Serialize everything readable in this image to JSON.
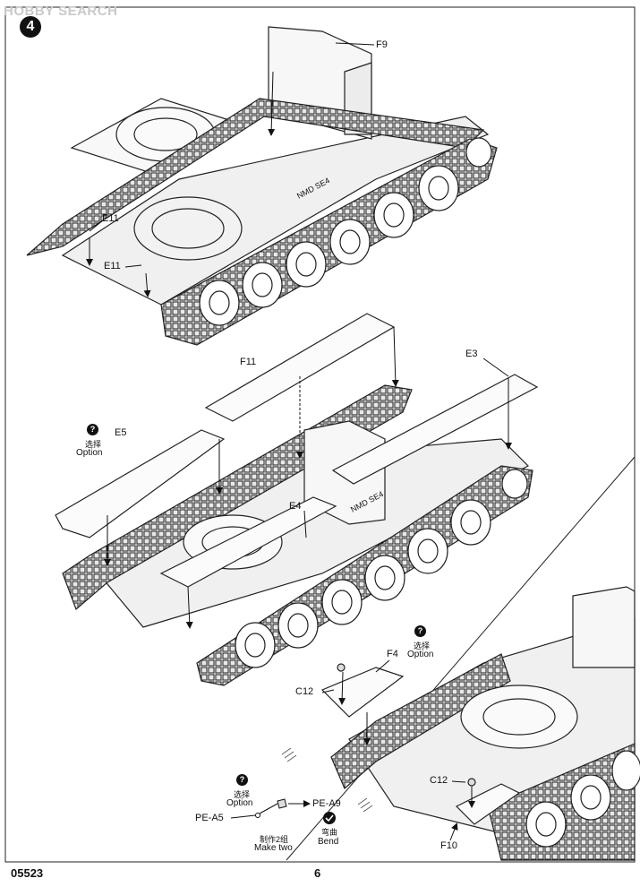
{
  "watermark": "HOBBY SEARCH",
  "step_number": "4",
  "footer": {
    "code": "05523",
    "page": "6"
  },
  "parts": {
    "F9": "F9",
    "E11_a": "E11",
    "E11_b": "E11",
    "F11": "F11",
    "E3": "E3",
    "E5": "E5",
    "E4": "E4",
    "F4": "F4",
    "C12_a": "C12",
    "C12_b": "C12",
    "F10": "F10",
    "PE_A5": "PE-A5",
    "PE_A9": "PE-A9"
  },
  "notes": {
    "option_cn": "选择",
    "option_en": "Option",
    "make_two_cn": "制作2组",
    "make_two_en": "Make two",
    "bend_cn": "弯曲",
    "bend_en": "Bend",
    "question_symbol": "?",
    "hull_marking": "NMD SE4"
  }
}
